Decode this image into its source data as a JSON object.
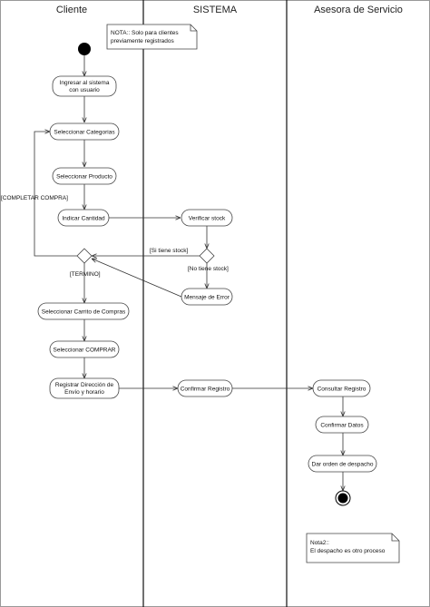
{
  "lanes": {
    "cliente": "Cliente",
    "sistema": "SISTEMA",
    "asesora": "Asesora de Servicio"
  },
  "activities": {
    "ingresar": [
      "Ingresar al sistema",
      "con usuario"
    ],
    "sel_categorias": [
      "Seleccionar Categorias"
    ],
    "sel_producto": [
      "Seleccionar Producto"
    ],
    "indicar_cantidad": [
      "Indicar Cantidad"
    ],
    "verificar_stock": [
      "Verificar stock"
    ],
    "mensaje_error": [
      "Mensaje de Error"
    ],
    "sel_carrito": [
      "Seleccionar Carrito de Compras"
    ],
    "sel_comprar": [
      "Seleccionar COMPRAR"
    ],
    "registrar_direccion": [
      "Registrar Dirección de",
      "Envío y horario"
    ],
    "confirmar_registro": [
      "Confirmar Registro"
    ],
    "consultar_registro": [
      "Consultar Registro"
    ],
    "confirmar_datos": [
      "Confirmar Datos"
    ],
    "dar_orden": [
      "Dar orden de despacho"
    ]
  },
  "guards": {
    "completar_compra": "[COMPLETAR COMPRA]",
    "si_tiene_stock": "[Si tiene stock]",
    "no_tiene_stock": "[No tiene stock]",
    "termino": "[TERMINO]"
  },
  "notes": {
    "nota1": [
      "NOTA:: Solo para clientes",
      "previamente registrados"
    ],
    "nota2": [
      "Nota2::",
      "El despacho es otro proceso"
    ]
  },
  "colors": {
    "activity_fill": "#ffffff",
    "stroke": "#444444",
    "lane_line": "#111111"
  }
}
